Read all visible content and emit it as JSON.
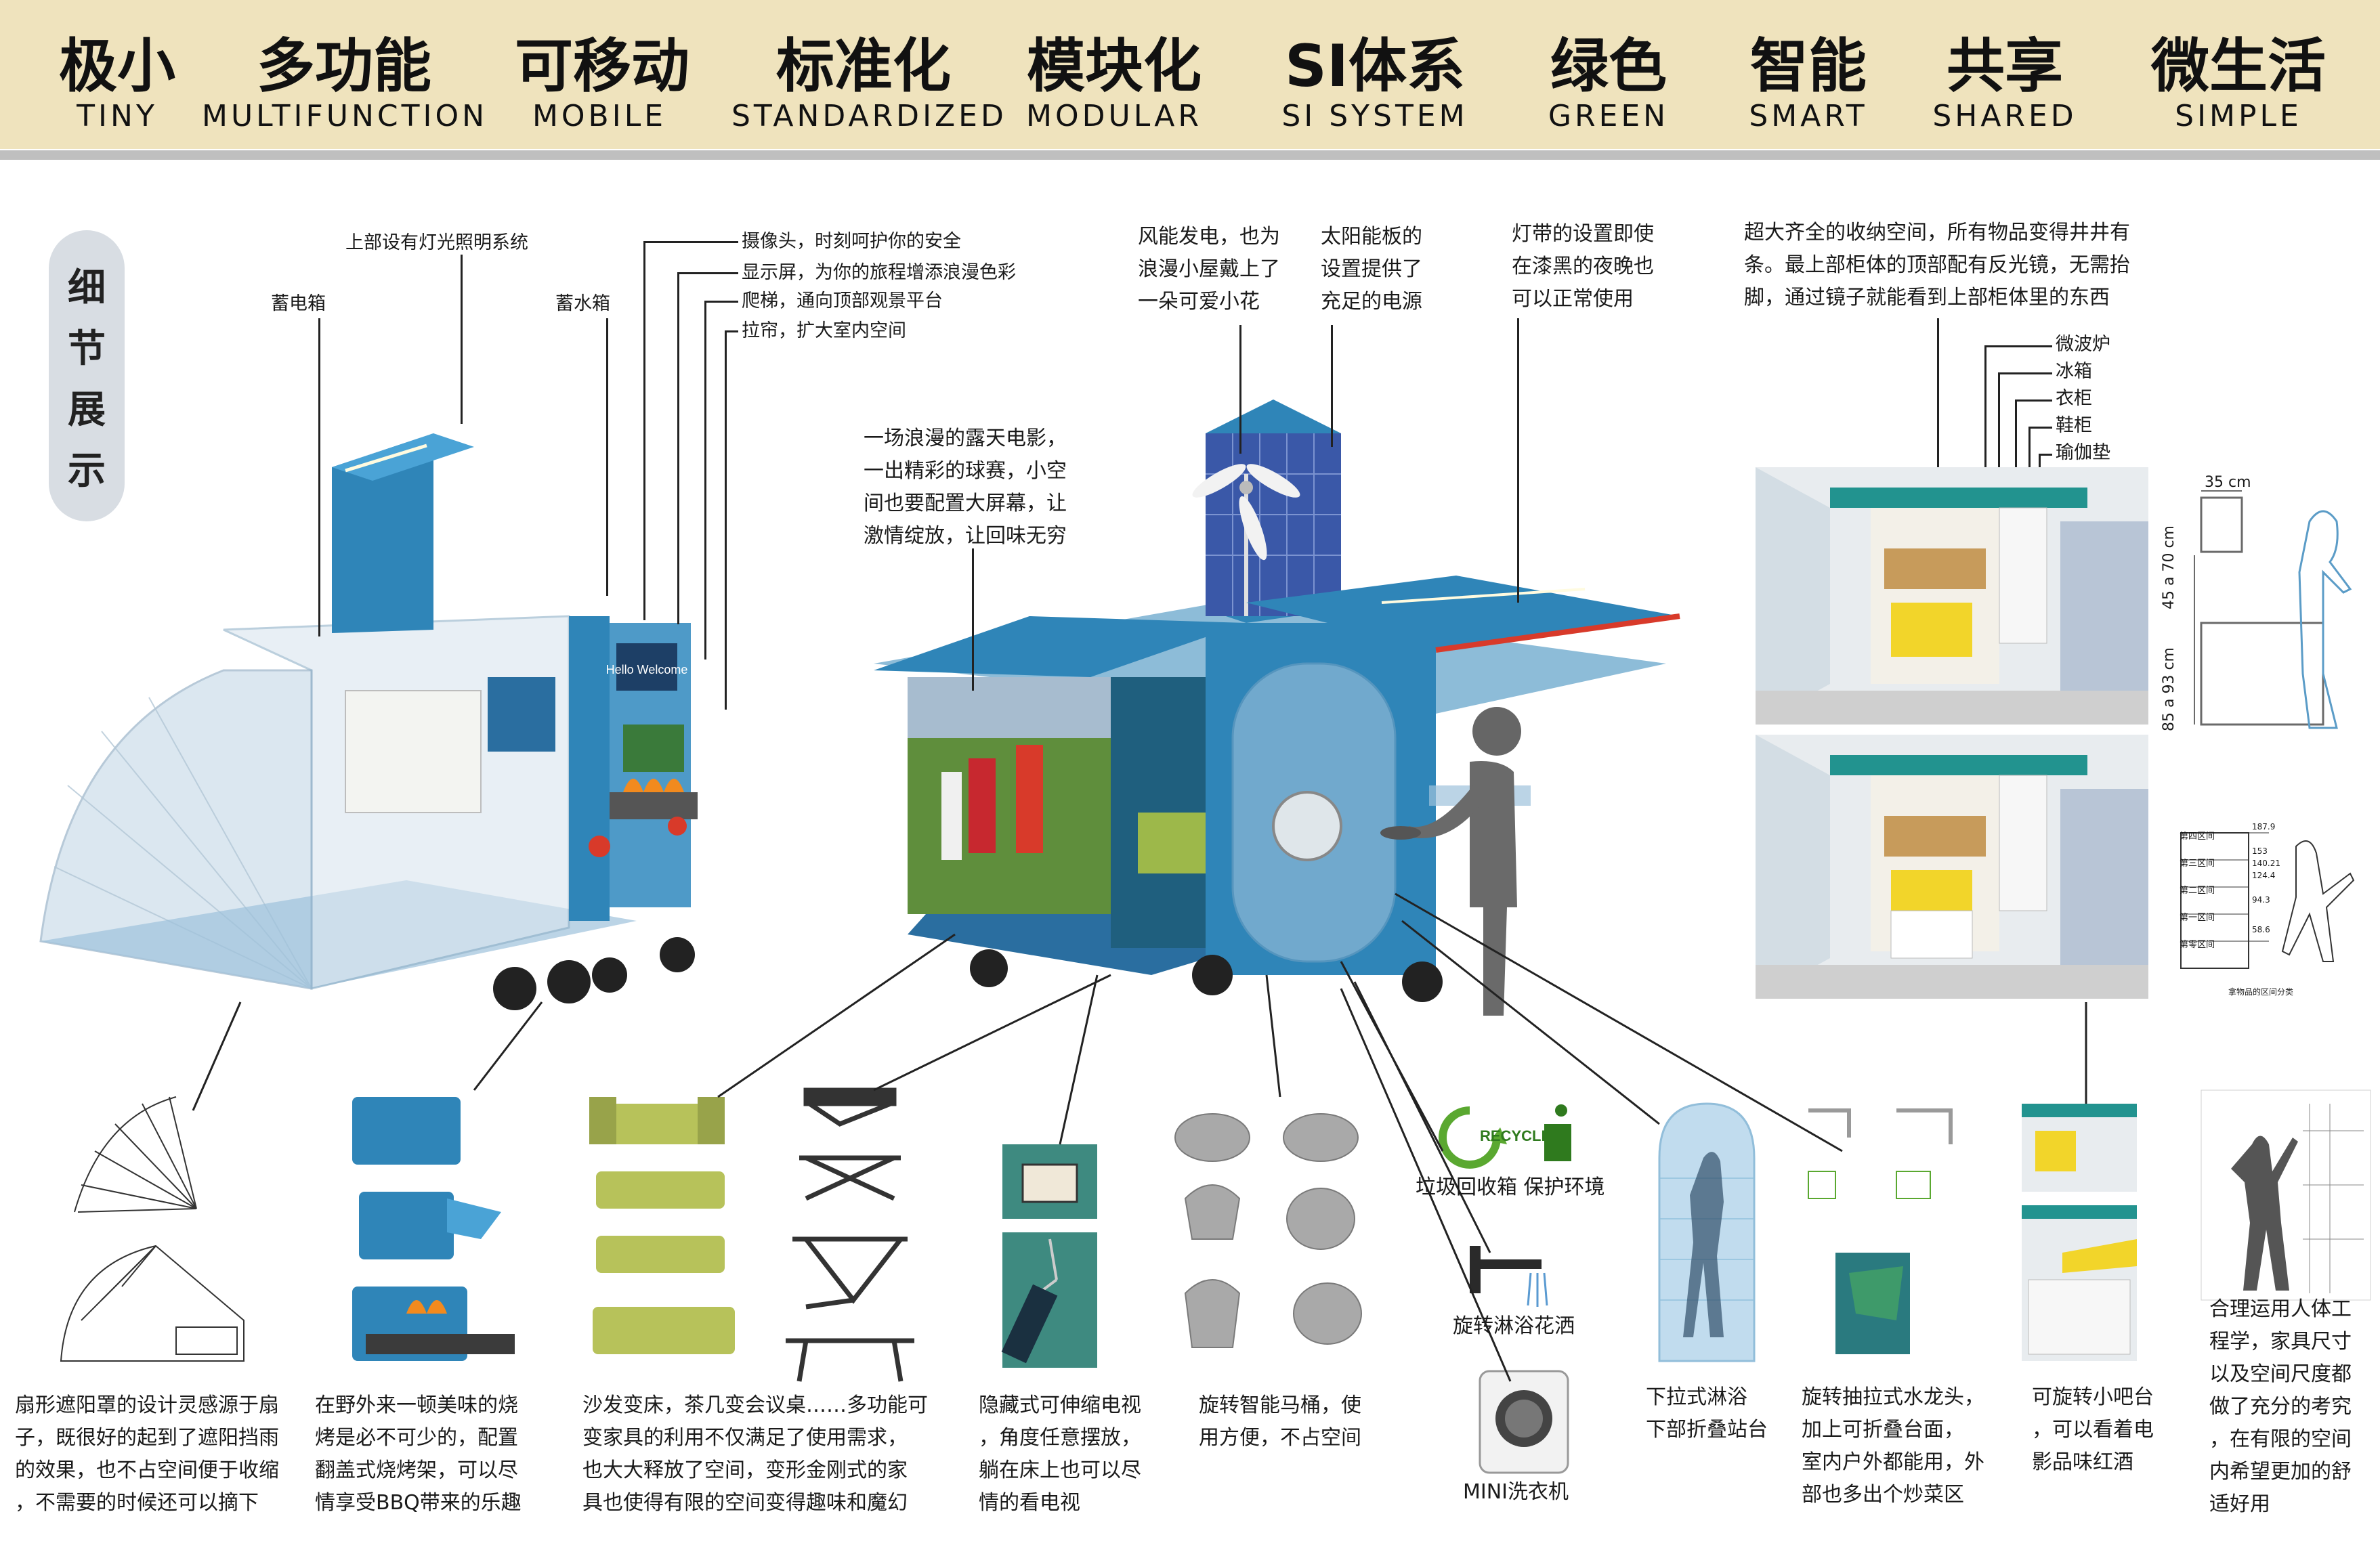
{
  "header": {
    "items": [
      {
        "zh": "极小",
        "en": "TINY"
      },
      {
        "zh": "多功能",
        "en": "MULTIFUNCTION"
      },
      {
        "zh": "可移动",
        "en": "MOBILE"
      },
      {
        "zh": "标准化",
        "en": "STANDARDIZED"
      },
      {
        "zh": "模块化",
        "en": "MODULAR"
      },
      {
        "zh": "SI体系",
        "en": "SI SYSTEM"
      },
      {
        "zh": "绿色",
        "en": "GREEN"
      },
      {
        "zh": "智能",
        "en": "SMART"
      },
      {
        "zh": "共享",
        "en": "SHARED"
      },
      {
        "zh": "微生活",
        "en": "SIMPLE"
      }
    ]
  },
  "side_tag": {
    "chars": [
      "细",
      "节",
      "展",
      "示"
    ]
  },
  "callouts": {
    "lighting": "上部设有灯光照明系统",
    "battery": "蓄电箱",
    "water_tank": "蓄水箱",
    "camera": "摄像头，时刻呵护你的安全",
    "display": "显示屏，为你的旅程增添浪漫色彩",
    "ladder": "爬梯，通向顶部观景平台",
    "awning": "拉帘，扩大室内空间",
    "screen_text": [
      "一场浪漫的露天电影，",
      "一出精彩的球赛，小空",
      "间也要配置大屏幕，让",
      "激情绽放，让回味无穷"
    ],
    "wind": [
      "风能发电，也为",
      "浪漫小屋戴上了",
      "一朵可爱小花"
    ],
    "solar": [
      "太阳能板的",
      "设置提供了",
      "充足的电源"
    ],
    "led": [
      "灯带的设置即使",
      "在漆黑的夜晚也",
      "可以正常使用"
    ],
    "storage": [
      "超大齐全的收纳空间，所有物品变得井井有",
      "条。最上部柜体的顶部配有反光镜，无需抬",
      "脚，通过镜子就能看到上部柜体里的东西"
    ],
    "cabinet_items": [
      "微波炉",
      "冰箱",
      "衣柜",
      "鞋柜",
      "瑜伽垫"
    ],
    "screen_sign": "Hello Welcome"
  },
  "dims": {
    "d35": "35 cm",
    "d4570": "45 a 70 cm",
    "d8593": "85 a 93 cm",
    "chart_caption": "拿物品的区间分类",
    "chart_rows": [
      "第四区间",
      "第三区间",
      "第二区间",
      "第一区间",
      "第零区间"
    ],
    "chart_vals": [
      "187.9",
      "153",
      "140.21",
      "124.4",
      "94.3",
      "58.6"
    ]
  },
  "features": [
    {
      "id": "awning",
      "text": [
        "扇形遮阳罩的设计灵感源于扇",
        "子，既很好的起到了遮阳挡雨",
        "的效果，也不占空间便于收缩",
        "，不需要的时候还可以摘下"
      ]
    },
    {
      "id": "bbq",
      "text": [
        "在野外来一顿美味的烧",
        "烤是必不可少的，配置",
        "翻盖式烧烤架，可以尽",
        "情享受BBQ带来的乐趣"
      ]
    },
    {
      "id": "sofa",
      "text": [
        "沙发变床，茶几变会议桌……多功能可",
        "变家具的利用不仅满足了使用需求，",
        "也大大释放了空间，变形金刚式的家",
        "具也使得有限的空间变得趣味和魔幻"
      ]
    },
    {
      "id": "tv",
      "text": [
        "隐藏式可伸缩电视",
        "，角度任意摆放，",
        "躺在床上也可以尽",
        "情的看电视"
      ]
    },
    {
      "id": "toilet",
      "text": [
        "旋转智能马桶，使",
        "用方便，不占空间"
      ]
    },
    {
      "id": "recycle",
      "text": [
        "垃圾回收箱 保护环境"
      ]
    },
    {
      "id": "shower",
      "text": [
        "旋转淋浴花洒"
      ]
    },
    {
      "id": "washer",
      "text": [
        "MINI洗衣机"
      ]
    },
    {
      "id": "pull_shower",
      "text": [
        "下拉式淋浴",
        "下部折叠站台"
      ]
    },
    {
      "id": "faucet",
      "text": [
        "旋转抽拉式水龙头，",
        "加上可折叠台面，",
        "室内户外都能用，外",
        "部也多出个炒菜区"
      ]
    },
    {
      "id": "bar",
      "text": [
        "可旋转小吧台",
        "，可以看着电",
        "影品味红酒"
      ]
    },
    {
      "id": "ergonomics",
      "text": [
        "合理运用人体工",
        "程学，家具尺寸",
        "以及空间尺度都",
        "做了充分的考究",
        "，在有限的空间",
        "内希望更加的舒",
        "适好用"
      ]
    }
  ],
  "icons": {
    "recycle_word": "RECYCLE"
  },
  "colors": {
    "banner": "#efe3bd",
    "trailer_blue": "#2f85b8",
    "solar": "#3a58a8",
    "accent_red": "#d83a2a"
  }
}
